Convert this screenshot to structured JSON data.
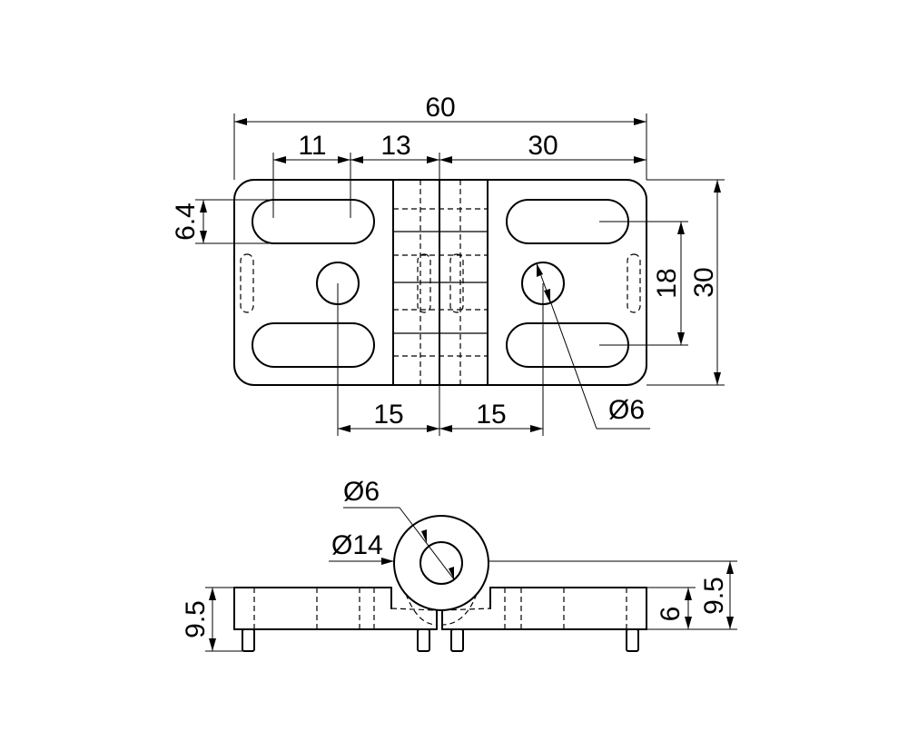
{
  "dimensions": {
    "overall_length": "60",
    "slot_length": "11",
    "hinge_offset": "13",
    "half_length": "30",
    "slot_width": "6.4",
    "slot_spacing": "18",
    "overall_width": "30",
    "hole_left_offset": "15",
    "hole_right_offset": "15",
    "hole_diameter_top": "Ø6",
    "bore_diameter": "Ø6",
    "knuckle_diameter": "Ø14",
    "left_height": "9.5",
    "plate_thickness": "6",
    "right_height": "9.5"
  }
}
